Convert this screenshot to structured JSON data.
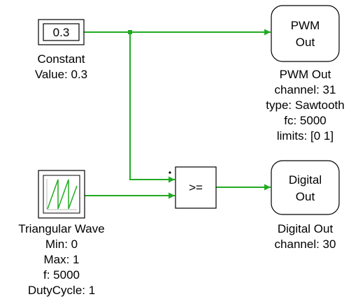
{
  "blocks": {
    "constant": {
      "value": "0.3",
      "labels": [
        "Constant",
        "Value: 0.3"
      ]
    },
    "pwm_out": {
      "text_lines": [
        "PWM",
        "Out"
      ],
      "labels": [
        "PWM Out",
        "channel: 31",
        "type: Sawtooth",
        "fc: 5000",
        "limits: [0 1]"
      ]
    },
    "triangular_wave": {
      "labels": [
        "Triangular Wave",
        "Min: 0",
        "Max: 1",
        "f: 5000",
        "DutyCycle: 1"
      ]
    },
    "compare": {
      "operator": ">="
    },
    "digital_out": {
      "text_lines": [
        "Digital",
        "Out"
      ],
      "labels": [
        "Digital Out",
        "channel: 30"
      ]
    }
  },
  "colors": {
    "wire": "#22aa22",
    "block_border": "#000000",
    "wave": "#22aa22"
  }
}
